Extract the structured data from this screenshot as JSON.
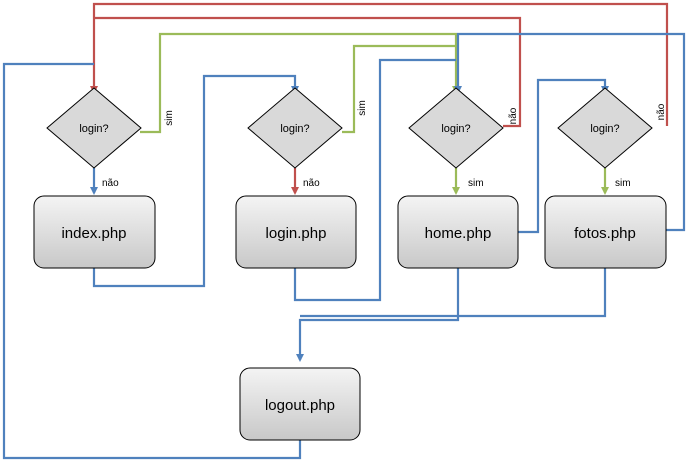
{
  "diagram": {
    "nodes": {
      "index": {
        "label": "index.php"
      },
      "login": {
        "label": "login.php"
      },
      "home": {
        "label": "home.php"
      },
      "fotos": {
        "label": "fotos.php"
      },
      "logout": {
        "label": "logout.php"
      }
    },
    "decisions": {
      "d_index": {
        "label": "login?"
      },
      "d_login": {
        "label": "login?"
      },
      "d_home": {
        "label": "login?"
      },
      "d_fotos": {
        "label": "login?"
      }
    },
    "edge_labels": {
      "d_index_sim": "sim",
      "d_index_nao": "não",
      "d_login_sim": "sim",
      "d_login_nao": "não",
      "d_home_sim": "sim",
      "d_home_nao": "não",
      "d_fotos_sim": "sim",
      "d_fotos_nao": "não"
    },
    "colors": {
      "blue": "#4f81bd",
      "red": "#c0504d",
      "green": "#9bbb59",
      "box_border": "#000000",
      "box_fill_top": "#f4f4f4",
      "box_fill_bottom": "#c8c8c8",
      "diamond_fill": "#d9d9d9"
    }
  }
}
